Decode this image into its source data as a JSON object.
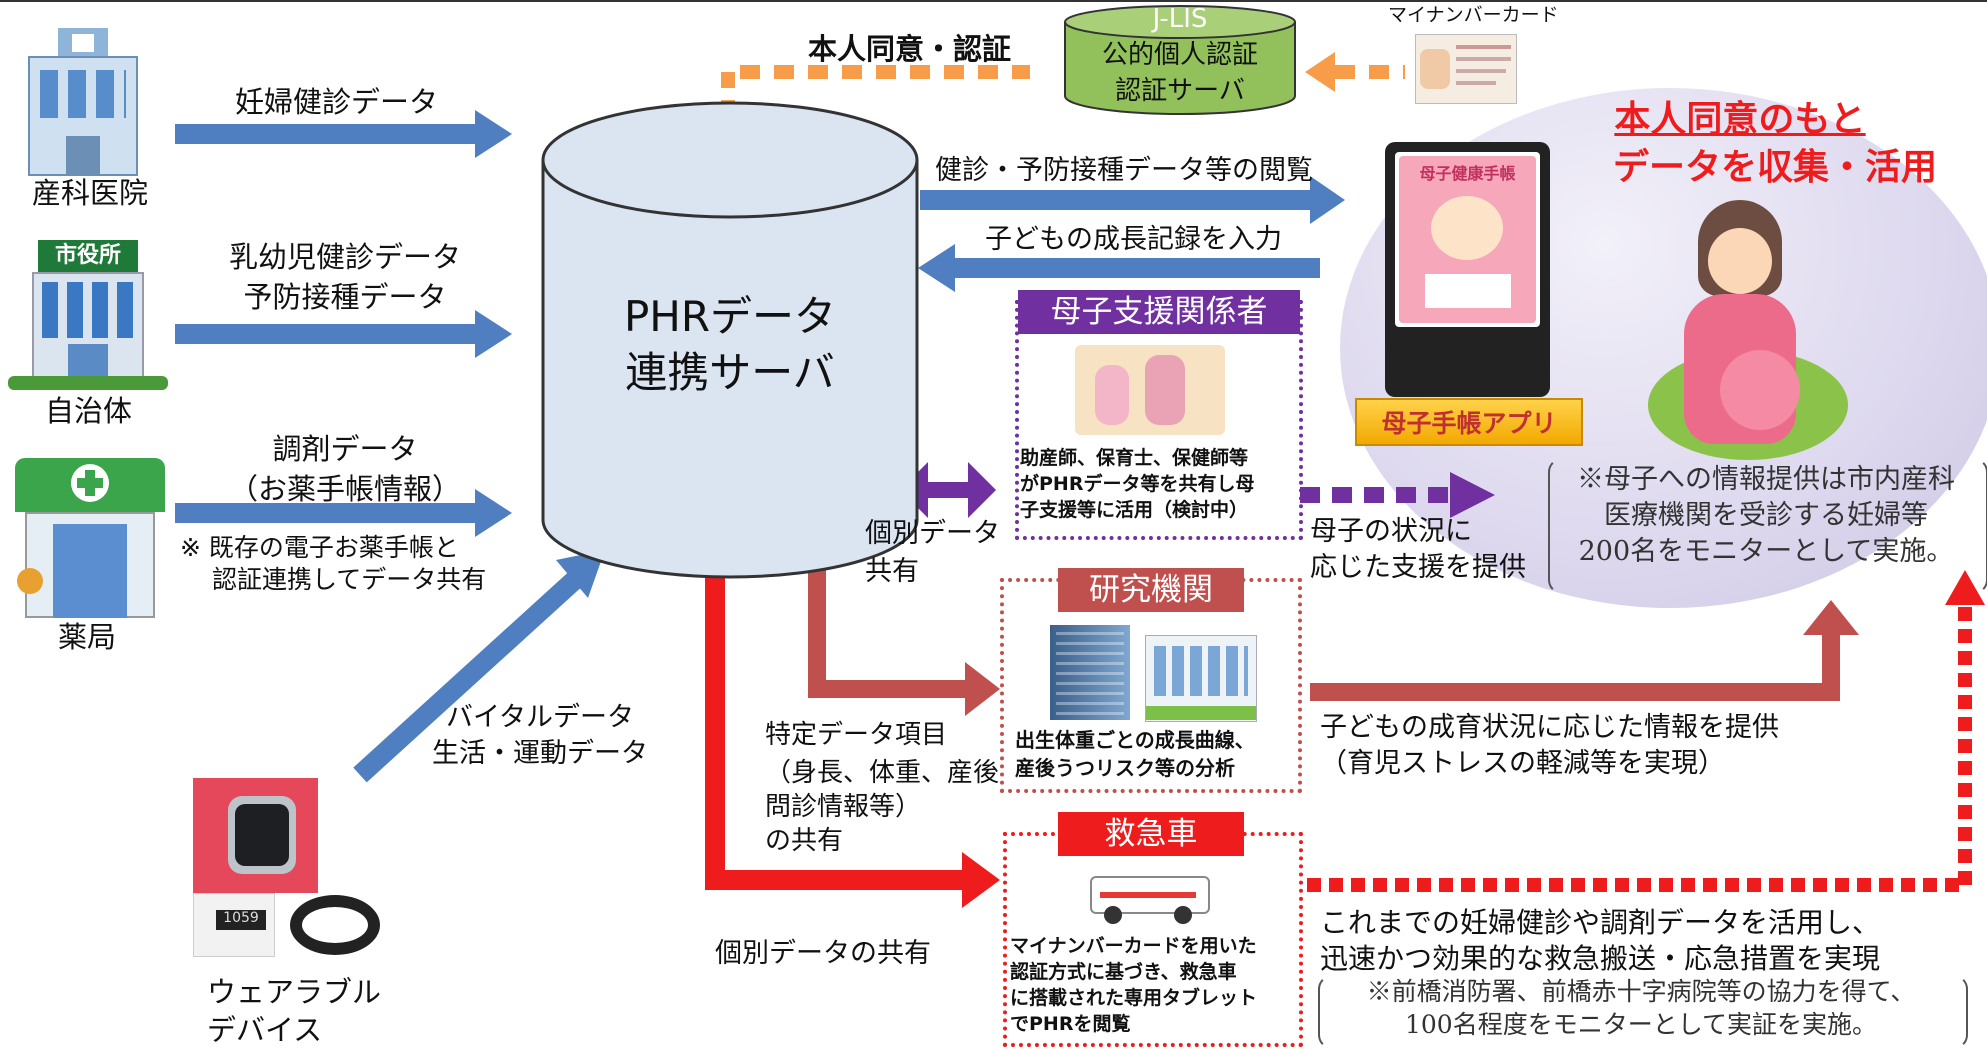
{
  "sources": {
    "hospital": {
      "label": "産科医院",
      "data": "妊婦健診データ"
    },
    "city": {
      "label": "自治体",
      "sign": "市役所",
      "data_lines": [
        "乳幼児健診データ",
        "予防接種データ"
      ]
    },
    "pharmacy": {
      "label": "薬局",
      "data_lines": [
        "調剤データ",
        "（お薬手帳情報）"
      ],
      "note_lines": [
        "※ 既存の電子お薬手帳と",
        "認証連携してデータ共有"
      ]
    },
    "wearable": {
      "label_lines": [
        "ウェアラブル",
        "デバイス"
      ],
      "data_lines": [
        "バイタルデータ",
        "生活・運動データ"
      ],
      "device_reading": "1059"
    }
  },
  "server": {
    "lines": [
      "PHRデータ",
      "連携サーバ"
    ]
  },
  "auth": {
    "consent_label": "本人同意・認証",
    "jlis_title": "J-LIS",
    "jlis_lines": [
      "公的個人認証",
      "認証サーバ"
    ],
    "mynumber_label": "マイナンバーカード"
  },
  "app_flows": {
    "view": "健診・予防接種データ等の閲覧",
    "input": "子どもの成長記録を入力"
  },
  "mother_app": {
    "label": "母子手帳アプリ",
    "screen_title": "母子健康手帳"
  },
  "person": {
    "headline_lines": [
      "本人同意のもと",
      "データを収集・活用"
    ],
    "note_lines": [
      "※母子への情報提供は市内産科",
      "医療機関を受診する妊婦等",
      "200名をモニターとして実施。"
    ]
  },
  "support": {
    "header": "母子支援関係者",
    "desc_lines": [
      "助産師、保育士、保健師等",
      "がPHRデータ等を共有し母",
      "子支援等に活用（検討中）"
    ],
    "share_lines": [
      "個別データ",
      "共有"
    ],
    "outcome_lines": [
      "母子の状況に",
      "応じた支援を提供"
    ]
  },
  "research": {
    "header": "研究機関",
    "desc_lines": [
      "出生体重ごとの成長曲線、",
      "産後うつリスク等の分析"
    ],
    "share_lines": [
      "特定データ項目",
      "（身長、体重、産後",
      "問診情報等）",
      "の共有"
    ],
    "outcome_lines": [
      "子どもの成育状況に応じた情報を提供",
      "（育児ストレスの軽減等を実現）"
    ]
  },
  "ambulance": {
    "header": "救急車",
    "desc_lines": [
      "マイナンバーカードを用いた",
      "認証方式に基づき、救急車",
      "に搭載された専用タブレット",
      "でPHRを閲覧"
    ],
    "share": "個別データの共有",
    "outcome_lines": [
      "これまでの妊婦健診や調剤データを活用し、",
      "迅速かつ効果的な救急搬送・応急措置を実現"
    ],
    "note_lines": [
      "※前橋消防署、前橋赤十字病院等の協力を得て、",
      "100名程度をモニターとして実証を実施。"
    ]
  },
  "colors": {
    "blue_arrow": "#4f7fc0",
    "orange": "#f79d4a",
    "purple": "#7030a0",
    "brown": "#c0504d",
    "red": "#ee1c1c",
    "green_db": "#92c15b",
    "cylinder": "#dbe5f2",
    "lavender": "#d8d3ea"
  }
}
